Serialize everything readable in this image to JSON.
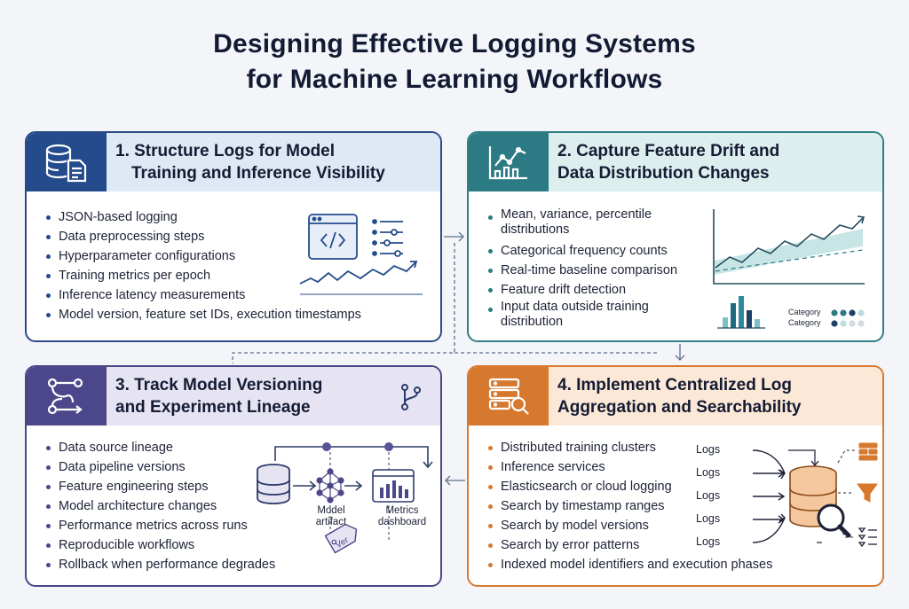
{
  "title": {
    "line1": "Designing Effective Logging Systems",
    "line2": "for Machine Learning Workflows"
  },
  "colors": {
    "navy": "#244b8c",
    "teal": "#2b7a84",
    "purple": "#4c468a",
    "orange": "#d6782e"
  },
  "cards": [
    {
      "heading": "1. Structure Logs for Model Training and Inference Visibility",
      "heading_lines": [
        "1. Structure Logs for Model",
        "Training and Inference Visibility"
      ],
      "icon": "database-document-icon",
      "bullets": [
        "JSON-based logging",
        "Data preprocessing steps",
        "Hyperparameter configurations",
        "Training metrics per epoch",
        "Inference latency measurements",
        "Model version, feature set IDs, execution timestamps"
      ]
    },
    {
      "heading": "2. Capture Feature Drift and Data Distribution Changes",
      "heading_lines": [
        "2. Capture Feature Drift and",
        "Data Distribution Changes"
      ],
      "icon": "line-chart-icon",
      "bullets": [
        "Mean, variance, percentile distributions",
        "Categorical frequency counts",
        "Real-time baseline comparison",
        "Feature drift detection",
        "Input data outside training distribution"
      ],
      "legend": [
        "Category",
        "Category"
      ]
    },
    {
      "heading": "3. Track Model Versioning and Experiment Lineage",
      "heading_lines": [
        "3. Track Model Versioning",
        "and Experiment Lineage"
      ],
      "icon": "workflow-icon",
      "bullets": [
        "Data source lineage",
        "Data pipeline versions",
        "Feature engineering steps",
        "Model architecture changes",
        "Performance metrics across runs",
        "Reproducible workflows",
        "Rollback when performance degrades"
      ],
      "labels": {
        "model_artifact": [
          "Model",
          "artifact"
        ],
        "metrics_dashboard": [
          "Metrics",
          "dashboard"
        ],
        "tag": "Ver"
      }
    },
    {
      "heading": "4. Implement Centralized Log Aggregation and Searchability",
      "heading_lines": [
        "4. Implement Centralized Log",
        "Aggregation and Searchability"
      ],
      "icon": "server-search-icon",
      "bullets": [
        "Distributed training clusters",
        "Inference services",
        "Elasticsearch or cloud logging",
        "Search by timestamp ranges",
        "Search by model versions",
        "Search by error patterns",
        "Indexed model identifiers and execution phases"
      ],
      "logs": [
        "Logs",
        "Logs",
        "Logs",
        "Logs",
        "Logs"
      ]
    }
  ]
}
